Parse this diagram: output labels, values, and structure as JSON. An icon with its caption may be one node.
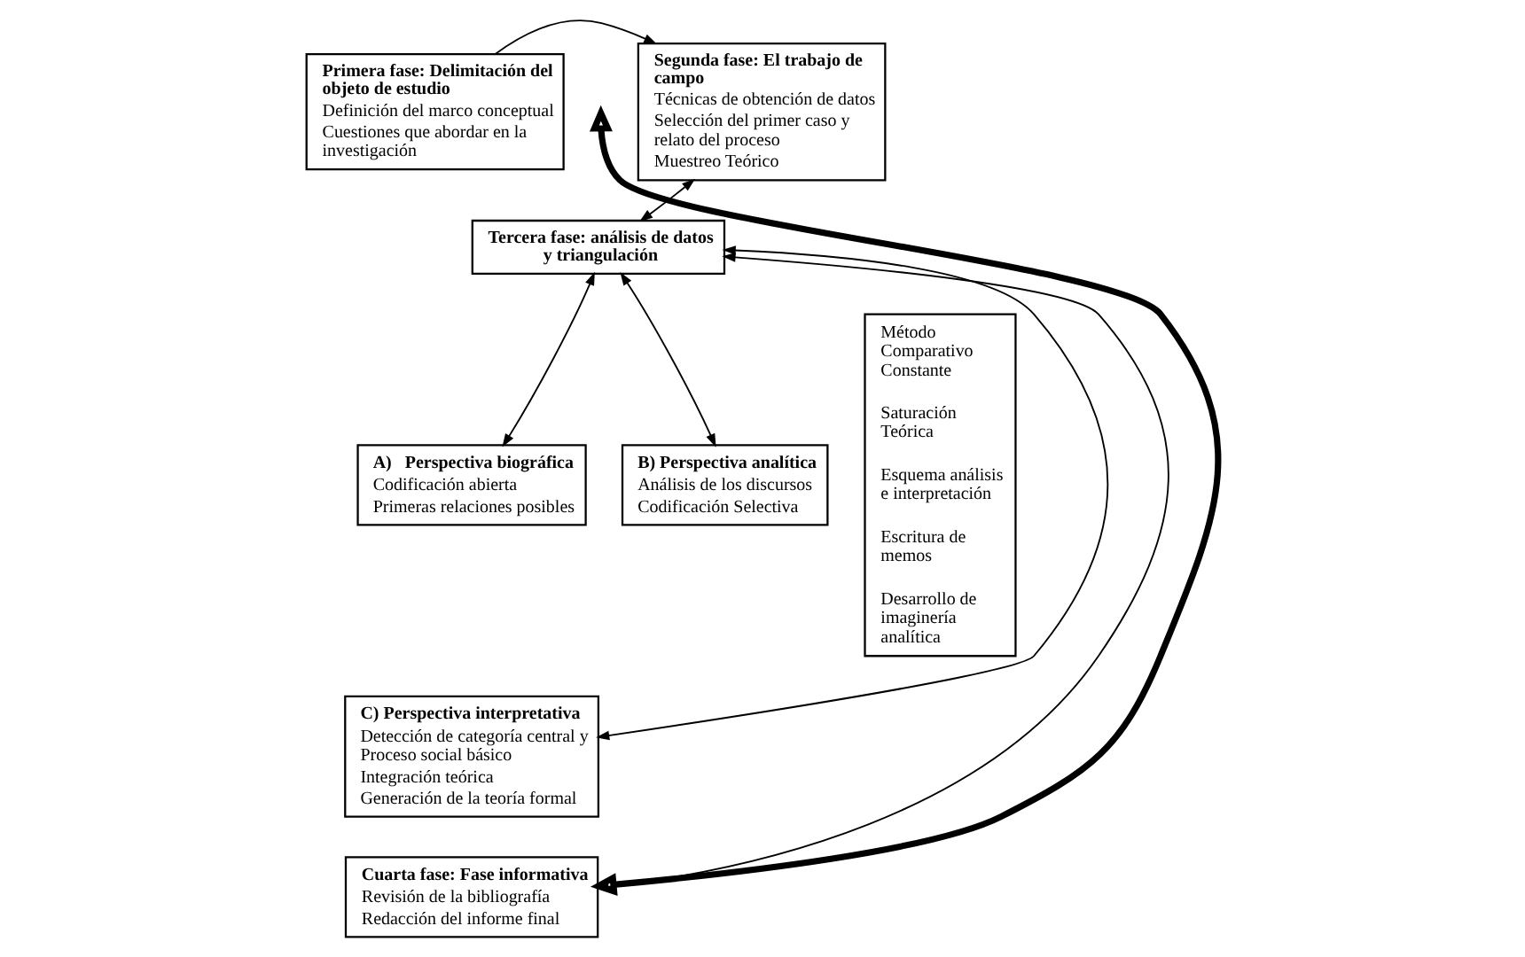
{
  "diagram": {
    "nodes": [
      {
        "text": [
          "Primera fase: Delimitación del objeto de estudio",
          "Definición del marco conceptual",
          "Cuestiones que abordar en la investigación"
        ]
      },
      {
        "text": [
          "Segunda fase: El trabajo de campo",
          "Técnicas de obtención de datos",
          "Selección del primer caso y relato del proceso",
          "Muestreo Teórico"
        ]
      },
      {
        "text": [
          "Tercera fase: análisis de datos y triangulación"
        ]
      },
      {
        "text": [
          "A)   Perspectiva biográfica",
          "Codificación abierta",
          "Primeras relaciones posibles"
        ]
      },
      {
        "text": [
          "B) Perspectiva analítica",
          "Análisis de los discursos",
          "Codificación Selectiva"
        ]
      },
      {
        "text": [
          "C) Perspectiva interpretativa",
          "Detección de categoría central y Proceso social básico",
          "Integración teórica",
          "Generación de la teoría formal"
        ]
      },
      {
        "text": [
          "Cuarta fase: Fase informativa",
          "Revisión de la bibliografía",
          "Redacción del informe final"
        ]
      },
      {
        "text": [
          "Método Comparativo Constante",
          "Saturación Teórica",
          "Esquema análisis e interpretación",
          "Escritura de memos",
          "Desarrollo de imaginería analítica"
        ]
      }
    ],
    "edges": [
      {
        "from": 0,
        "to": 1,
        "arrow": "to"
      },
      {
        "from": 2,
        "to": 1,
        "arrow": "both"
      },
      {
        "from": 2,
        "to": 3,
        "arrow": "both"
      },
      {
        "from": 2,
        "to": 5,
        "arrow": "both"
      },
      {
        "from": 2,
        "to": 4,
        "arrow": "both"
      },
      {
        "from": 2,
        "to": 6,
        "arrow": "both"
      },
      {
        "from": null,
        "to": 6,
        "arrow": "both",
        "style": "thick"
      }
    ]
  }
}
